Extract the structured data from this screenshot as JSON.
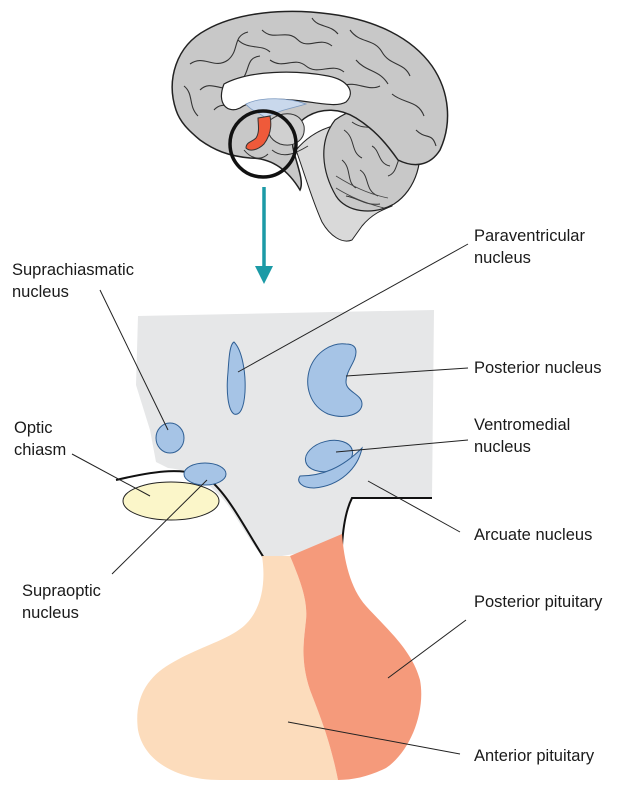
{
  "labels": {
    "paraventricular": [
      "Paraventricular",
      "nucleus"
    ],
    "suprachiasmatic": [
      "Suprachiasmatic",
      "nucleus"
    ],
    "posterior_nucleus": [
      "Posterior nucleus"
    ],
    "optic_chiasm": [
      "Optic",
      "chiasm"
    ],
    "ventromedial": [
      "Ventromedial",
      "nucleus"
    ],
    "arcuate": [
      "Arcuate nucleus"
    ],
    "supraoptic": [
      "Supraoptic",
      "nucleus"
    ],
    "posterior_pituitary": [
      "Posterior pituitary"
    ],
    "anterior_pituitary": [
      "Anterior pituitary"
    ]
  },
  "colors": {
    "hypothalamus_fill": "#e6e7e8",
    "nucleus_fill": "#a6c4e6",
    "nucleus_stroke": "#2f5f94",
    "optic_chiasm_fill": "#fbf6c9",
    "anterior_pituitary_fill": "#fcdcbc",
    "posterior_pituitary_fill": "#f59a7b",
    "arrow": "#1c9aa6",
    "brain_fill": "#c8c8c8",
    "brainstem_fill": "#d9d9d9",
    "highlight_red": "#ef5a3a",
    "line": "#222222"
  }
}
